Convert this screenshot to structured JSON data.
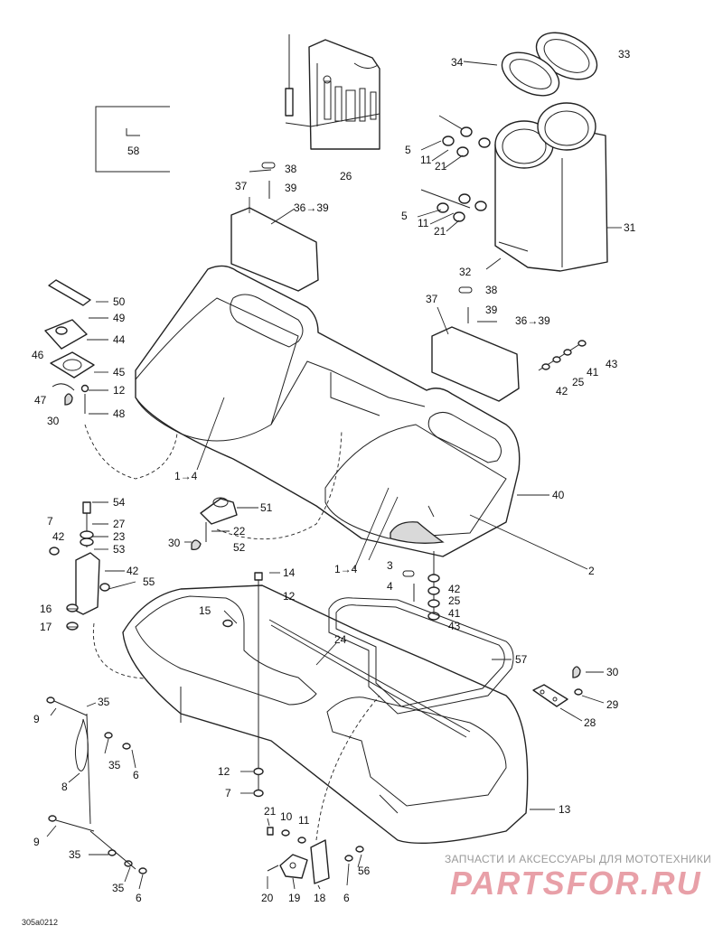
{
  "diagram_code": "305a0212",
  "watermark": {
    "caption": "ЗАПЧАСТИ И АКСЕССУАРЫ ДЛЯ МОТОТЕХНИКИ",
    "brand": "PARTSFOR.RU"
  },
  "callouts": [
    {
      "id": "c58",
      "text": "58"
    },
    {
      "id": "c26",
      "text": "26"
    },
    {
      "id": "c34",
      "text": "34"
    },
    {
      "id": "c33",
      "text": "33"
    },
    {
      "id": "c38a",
      "text": "38"
    },
    {
      "id": "c39a",
      "text": "39"
    },
    {
      "id": "c37a",
      "text": "37"
    },
    {
      "id": "c36a",
      "text": "36→39"
    },
    {
      "id": "c5a",
      "text": "5"
    },
    {
      "id": "c11a",
      "text": "11"
    },
    {
      "id": "c21a",
      "text": "21"
    },
    {
      "id": "c5b",
      "text": "5"
    },
    {
      "id": "c11b",
      "text": "11"
    },
    {
      "id": "c21b",
      "text": "21"
    },
    {
      "id": "c31",
      "text": "31"
    },
    {
      "id": "c32",
      "text": "32"
    },
    {
      "id": "c38b",
      "text": "38"
    },
    {
      "id": "c37b",
      "text": "37"
    },
    {
      "id": "c39b",
      "text": "39"
    },
    {
      "id": "c36b",
      "text": "36→39"
    },
    {
      "id": "c43a",
      "text": "43"
    },
    {
      "id": "c41a",
      "text": "41"
    },
    {
      "id": "c25a",
      "text": "25"
    },
    {
      "id": "c42a",
      "text": "42"
    },
    {
      "id": "c50",
      "text": "50"
    },
    {
      "id": "c49",
      "text": "49"
    },
    {
      "id": "c44",
      "text": "44"
    },
    {
      "id": "c46",
      "text": "46"
    },
    {
      "id": "c45",
      "text": "45"
    },
    {
      "id": "c47",
      "text": "47"
    },
    {
      "id": "c12a",
      "text": "12"
    },
    {
      "id": "c30a",
      "text": "30"
    },
    {
      "id": "c48",
      "text": "48"
    },
    {
      "id": "c14a",
      "text": "1→4"
    },
    {
      "id": "c54",
      "text": "54"
    },
    {
      "id": "c7a",
      "text": "7"
    },
    {
      "id": "c27",
      "text": "27"
    },
    {
      "id": "c42b",
      "text": "42"
    },
    {
      "id": "c23",
      "text": "23"
    },
    {
      "id": "c53",
      "text": "53"
    },
    {
      "id": "c42c",
      "text": "42"
    },
    {
      "id": "c55",
      "text": "55"
    },
    {
      "id": "c16",
      "text": "16"
    },
    {
      "id": "c17",
      "text": "17"
    },
    {
      "id": "c51",
      "text": "51"
    },
    {
      "id": "c22",
      "text": "22"
    },
    {
      "id": "c30b",
      "text": "30"
    },
    {
      "id": "c52",
      "text": "52"
    },
    {
      "id": "c40",
      "text": "40"
    },
    {
      "id": "c2",
      "text": "2"
    },
    {
      "id": "c14b",
      "text": "1→4"
    },
    {
      "id": "c3",
      "text": "3"
    },
    {
      "id": "c4",
      "text": "4"
    },
    {
      "id": "c42d",
      "text": "42"
    },
    {
      "id": "c25b",
      "text": "25"
    },
    {
      "id": "c41b",
      "text": "41"
    },
    {
      "id": "c43b",
      "text": "43"
    },
    {
      "id": "c14",
      "text": "14"
    },
    {
      "id": "c12b",
      "text": "12"
    },
    {
      "id": "c15",
      "text": "15"
    },
    {
      "id": "c24",
      "text": "24"
    },
    {
      "id": "c57",
      "text": "57"
    },
    {
      "id": "c30c",
      "text": "30"
    },
    {
      "id": "c29",
      "text": "29"
    },
    {
      "id": "c28",
      "text": "28"
    },
    {
      "id": "c9a",
      "text": "9"
    },
    {
      "id": "c35a",
      "text": "35"
    },
    {
      "id": "c35b",
      "text": "35"
    },
    {
      "id": "c6a",
      "text": "6"
    },
    {
      "id": "c8",
      "text": "8"
    },
    {
      "id": "c12c",
      "text": "12"
    },
    {
      "id": "c7b",
      "text": "7"
    },
    {
      "id": "c13",
      "text": "13"
    },
    {
      "id": "c21c",
      "text": "21"
    },
    {
      "id": "c10",
      "text": "10"
    },
    {
      "id": "c11c",
      "text": "11"
    },
    {
      "id": "c9b",
      "text": "9"
    },
    {
      "id": "c35c",
      "text": "35"
    },
    {
      "id": "c35d",
      "text": "35"
    },
    {
      "id": "c6b",
      "text": "6"
    },
    {
      "id": "c56",
      "text": "56"
    },
    {
      "id": "c20",
      "text": "20"
    },
    {
      "id": "c19",
      "text": "19"
    },
    {
      "id": "c18",
      "text": "18"
    },
    {
      "id": "c6c",
      "text": "6"
    }
  ]
}
